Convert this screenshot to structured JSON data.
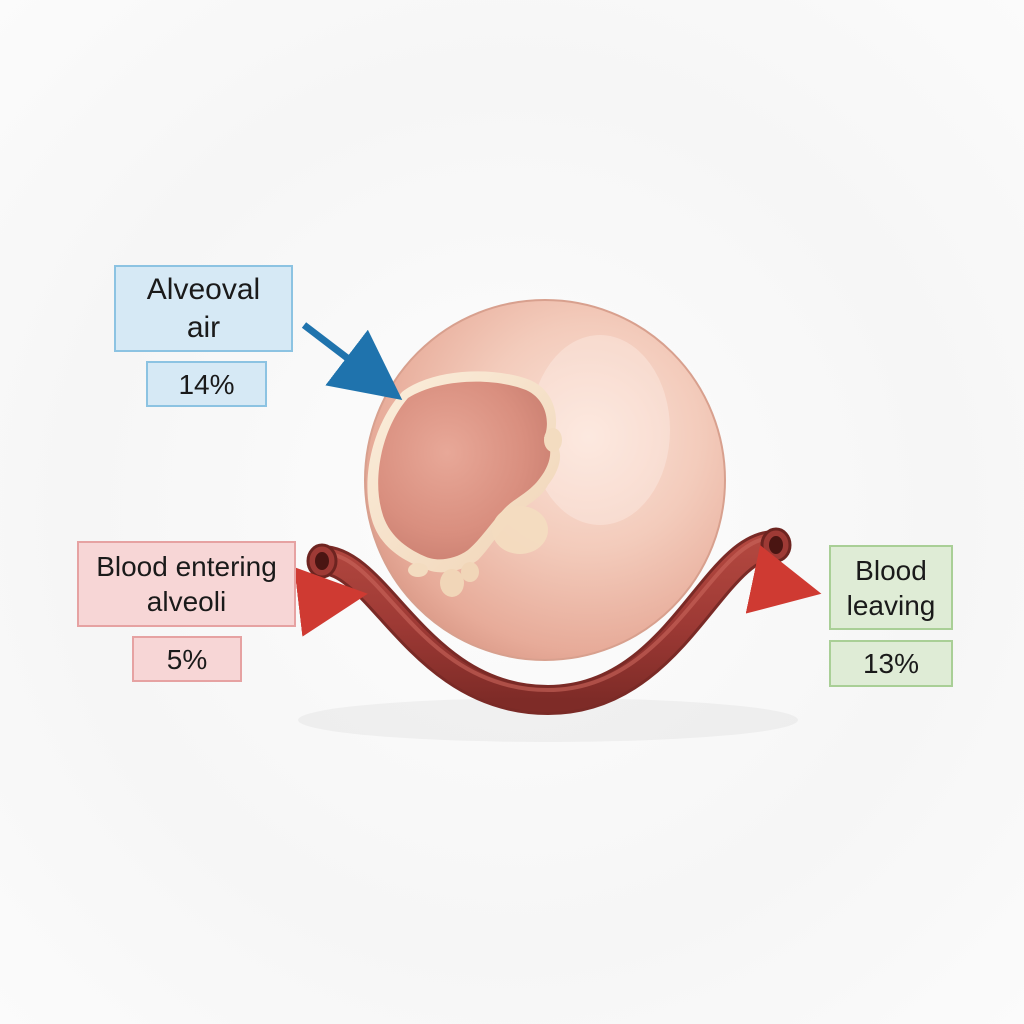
{
  "labels": {
    "alveolar_air": {
      "title": "Alveoval\nair",
      "value": "14%"
    },
    "blood_entering": {
      "title": "Blood entering\nalveoli",
      "value": "5%"
    },
    "blood_leaving": {
      "title": "Blood\nleaving",
      "value": "13%"
    }
  },
  "colors": {
    "alveolus": "#efbfae",
    "vessel": "#9e3a35",
    "arrow_blue": "#1f73ad",
    "arrow_red": "#cf3a32"
  }
}
